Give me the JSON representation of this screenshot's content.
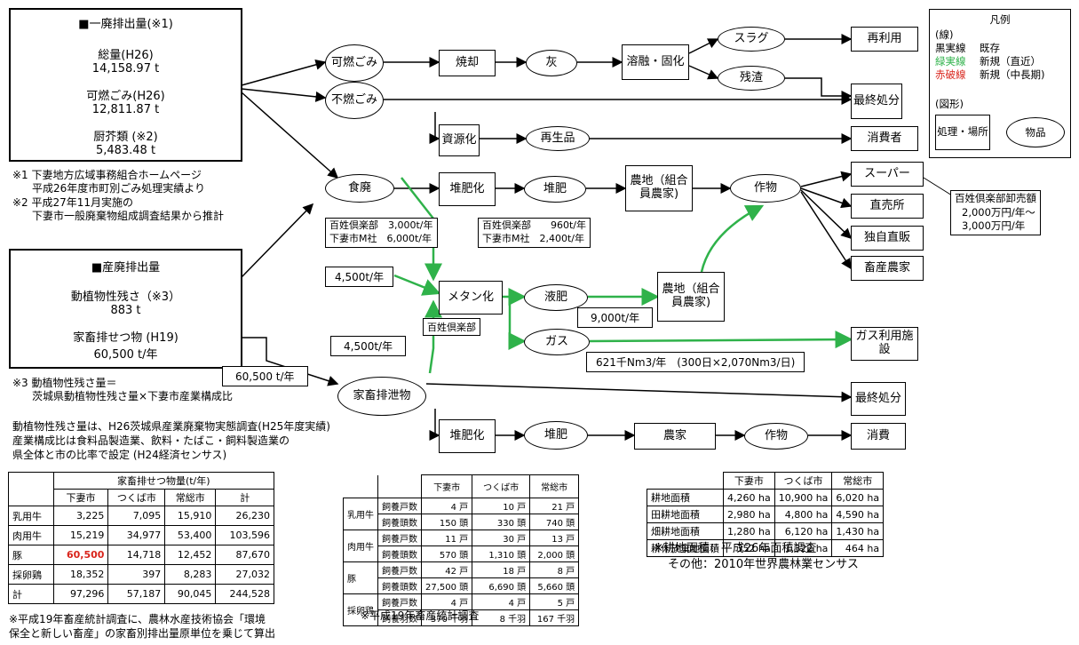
{
  "colors": {
    "black": "#000000",
    "green": "#2fb24a",
    "red": "#d9251c"
  },
  "general": {
    "title": "■一廃排出量(※1)",
    "total_label": "総量(H26)",
    "total_value": "14,158.97 t",
    "comb_label": "可燃ごみ(H26)",
    "comb_value": "12,811.87 t",
    "kitchen_label": "厨芥類 (※2)",
    "kitchen_value": "5,483.48 t"
  },
  "notes": {
    "n1a": "※1 下妻地方広域事務組合ホームページ",
    "n1b": "平成26年度市町別ごみ処理実績より",
    "n2a": "※2 平成27年11月実施の",
    "n2b": "下妻市一般廃棄物組成調査結果から推計",
    "n3a": "※3 動植物性残さ量＝",
    "n3b": "茨城県動植物性残さ量×下妻市産業構成比",
    "p1": "動植物性残さ量は、H26茨城県産業廃棄物実態調査(H25年度実績)",
    "p2": "産業構成比は食料品製造業、飲料・たばこ・飼料製造業の",
    "p3": "県全体と市の比率で設定 (H24経済センサス)",
    "t1a": "※平成19年畜産統計調査に、農林水産技術協会「環境",
    "t1b": "保全と新しい畜産」の家畜別排出量原単位を乗じて算出",
    "t2": "※平成19年畜産統計調査",
    "t3a": "※耕地面積：平成26年面積調査",
    "t3b": "その他：2010年世界農林業センサス"
  },
  "industrial": {
    "title": "■産廃排出量",
    "plant_label": "動植物性残さ（※3）",
    "plant_value": "883 t",
    "manure_label": "家畜排せつ物 (H19)",
    "manure_value": "60,500 t/年"
  },
  "legend": {
    "title": "凡例",
    "lines_head": "(線)",
    "black_key": "黒実線",
    "black_val": "既存",
    "green_key": "緑実線",
    "green_val": "新規（直近）",
    "red_key": "赤破線",
    "red_val": "新規（中長期)",
    "shapes_head": "(図形)",
    "rect_label": "処理・場所",
    "ell_label": "物品"
  },
  "nodes": {
    "kanen": "可燃ごみ",
    "funen": "不燃ごみ",
    "shokyaku": "焼却",
    "hai": "灰",
    "yoyu": "溶融・固化",
    "slag": "スラグ",
    "zansa": "残渣",
    "reuse": "再利用",
    "final1": "最終処分",
    "shigenka": "資源化",
    "saisei": "再生品",
    "consumer": "消費者",
    "shokuhai": "食廃",
    "taihika1": "堆肥化",
    "taihi1": "堆肥",
    "nochi1": "農地（組合員農家)",
    "sakumotsu1": "作物",
    "super": "スーパー",
    "chokubai": "直売所",
    "dokuji": "独自直販",
    "chikusan": "畜産農家",
    "methane": "メタン化",
    "ekihi": "液肥",
    "nochi2": "農地（組合員農家)",
    "gas": "ガス",
    "gasuse": "ガス利用施設",
    "kachiku": "家畜排泄物",
    "final2": "最終処分",
    "taihika2": "堆肥化",
    "taihi2": "堆肥",
    "noka": "農家",
    "sakumotsu2": "作物",
    "shohi": "消費"
  },
  "labels": {
    "food_a": "百姓倶楽部　3,000t/年",
    "food_b": "下妻市M社　6,000t/年",
    "comp_a": "百姓倶楽部　　960t/年",
    "comp_b": "下妻市M社　2,400t/年",
    "t4500a": "4,500t/年",
    "hyakusho": "百姓倶楽部",
    "t9000": "9,000t/年",
    "t4500b": "4,500t/年",
    "gasflow": "621千Nm3/年　(300日×2,070Nm3/日)",
    "t60500": "60,500 t/年",
    "sales_a": "百姓倶楽部卸売額",
    "sales_b": "2,000万円/年～",
    "sales_c": "3,000万円/年"
  },
  "manure_table": {
    "header": "家畜排せつ物量(t/年)",
    "cols": [
      "下妻市",
      "つくば市",
      "常総市",
      "計"
    ],
    "rows": [
      {
        "name": "乳用牛",
        "vals": [
          "3,225",
          "7,095",
          "15,910",
          "26,230"
        ]
      },
      {
        "name": "肉用牛",
        "vals": [
          "15,219",
          "34,977",
          "53,400",
          "103,596"
        ]
      },
      {
        "name": "豚",
        "vals": [
          "60,500",
          "14,718",
          "12,452",
          "87,670"
        ]
      },
      {
        "name": "採卵鶏",
        "vals": [
          "18,352",
          "397",
          "8,283",
          "27,032"
        ]
      },
      {
        "name": "計",
        "vals": [
          "97,296",
          "57,187",
          "90,045",
          "244,528"
        ]
      }
    ]
  },
  "livestock_table": {
    "cols": [
      "下妻市",
      "つくば市",
      "常総市"
    ],
    "rows": [
      {
        "kind": "乳用牛",
        "item": "飼養戸数",
        "vals": [
          "4 戸",
          "10 戸",
          "21 戸"
        ]
      },
      {
        "kind": "",
        "item": "飼養頭数",
        "vals": [
          "150 頭",
          "330 頭",
          "740 頭"
        ]
      },
      {
        "kind": "肉用牛",
        "item": "飼養戸数",
        "vals": [
          "11 戸",
          "30 戸",
          "13 戸"
        ]
      },
      {
        "kind": "",
        "item": "飼養頭数",
        "vals": [
          "570 頭",
          "1,310 頭",
          "2,000 頭"
        ]
      },
      {
        "kind": "豚",
        "item": "飼養戸数",
        "vals": [
          "42 戸",
          "18 戸",
          "8 戸"
        ]
      },
      {
        "kind": "",
        "item": "飼養頭数",
        "vals": [
          "27,500 頭",
          "6,690 頭",
          "5,660 頭"
        ]
      },
      {
        "kind": "採卵鶏",
        "item": "飼養戸数",
        "vals": [
          "4 戸",
          "4 戸",
          "5 戸"
        ]
      },
      {
        "kind": "",
        "item": "飼養羽数",
        "vals": [
          "370 千羽",
          "8 千羽",
          "167 千羽"
        ]
      }
    ]
  },
  "land_table": {
    "cols": [
      "下妻市",
      "つくば市",
      "常総市"
    ],
    "rows": [
      {
        "name": "耕地面積",
        "vals": [
          "4,260 ha",
          "10,900 ha",
          "6,020 ha"
        ]
      },
      {
        "name": "田耕地面積",
        "vals": [
          "2,980 ha",
          "4,800 ha",
          "4,590 ha"
        ]
      },
      {
        "name": "畑耕地面積",
        "vals": [
          "1,280 ha",
          "6,120 ha",
          "1,430 ha"
        ]
      },
      {
        "name": "耕作放棄地面積",
        "vals": [
          "352 ha",
          "1,322 ha",
          "464 ha"
        ]
      }
    ]
  }
}
